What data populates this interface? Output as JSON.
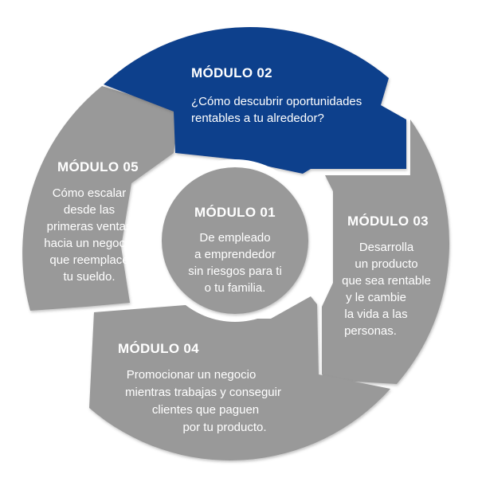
{
  "colors": {
    "background": "#ffffff",
    "segment_gray": "#999999",
    "segment_gray_shadow": "#6f6f6f",
    "segment_highlight": "#0a3f8c",
    "center_circle": "#999999",
    "center_ring": "#ffffff",
    "text": "#ffffff"
  },
  "modules": {
    "m01": {
      "title": "MÓDULO 01",
      "lines": [
        "De empleado",
        "a emprendedor",
        "sin riesgos para ti",
        "o tu familia."
      ]
    },
    "m02": {
      "title": "MÓDULO 02",
      "lines": [
        "¿Cómo descubrir oportunidades",
        "rentables a tu alrededor?"
      ]
    },
    "m03": {
      "title": "MÓDULO 03",
      "lines": [
        "Desarrolla",
        "un producto",
        "que sea rentable",
        "y le cambie",
        "la vida a las",
        "personas."
      ]
    },
    "m04": {
      "title": "MÓDULO 04",
      "lines": [
        "Promocionar un negocio",
        "mientras trabajas y conseguir",
        "clientes que paguen",
        "por tu producto."
      ]
    },
    "m05": {
      "title": "MÓDULO 05",
      "lines": [
        "Cómo escalar",
        "desde las",
        "primeras ventas",
        "hacia un negocio",
        "que reemplace",
        "tu sueldo."
      ]
    }
  }
}
